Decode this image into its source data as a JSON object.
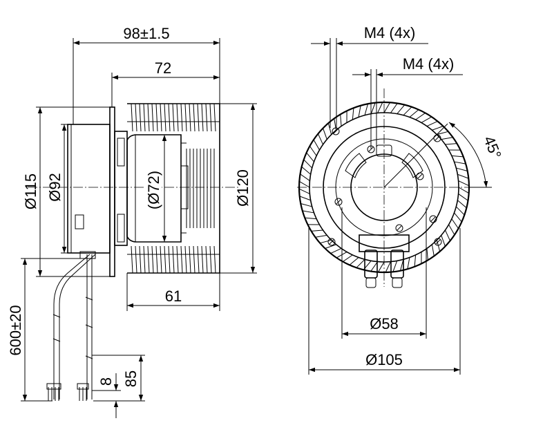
{
  "side_view": {
    "overall_length": "98±1.5",
    "impeller_length": "72",
    "base_length": "61",
    "flange_diameter": "Ø115",
    "housing_diameter": "Ø92",
    "motor_diameter": "(Ø72)",
    "impeller_diameter": "Ø120",
    "cable_length": "600±20",
    "strip_length": "8",
    "lead_length": "85"
  },
  "front_view": {
    "thread_top": "M4 (4x)",
    "thread_second": "M4 (4x)",
    "angle": "45°",
    "hole_circle_small": "Ø58",
    "hole_circle_large": "Ø105"
  }
}
